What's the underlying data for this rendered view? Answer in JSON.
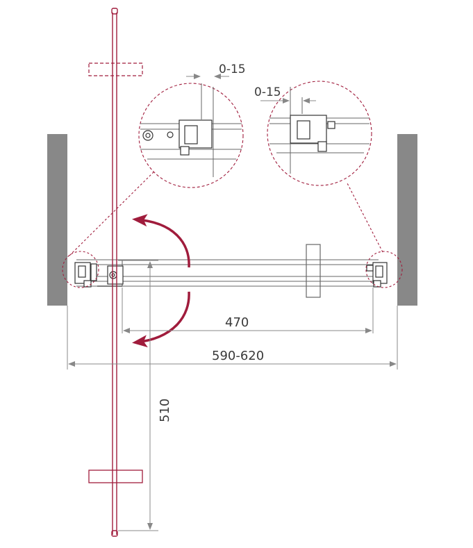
{
  "dimensions": {
    "detail_left_adjust": "0-15",
    "detail_right_adjust": "0-15",
    "door_opening": "470",
    "total_width": "590-620",
    "door_depth": "510"
  },
  "colors": {
    "wall": "#888888",
    "accent": "#a01c3c",
    "line": "#777777",
    "dark": "#333333"
  }
}
